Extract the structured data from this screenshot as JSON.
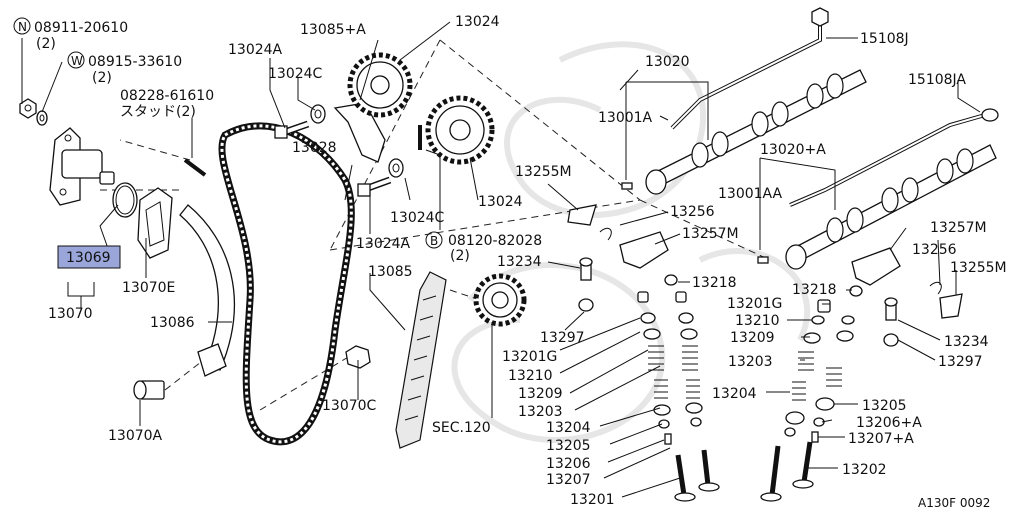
{
  "highlight_color": "#9aa5d9",
  "callouts": {
    "c08911": "08911-20610",
    "c08911_qty": "(2)",
    "c08911_prefix": "N",
    "c08915": "08915-33610",
    "c08915_qty": "(2)",
    "c08915_prefix": "W",
    "c08228": "08228-61610",
    "c08228_sub": "スタッド(2)",
    "c13024A_top": "13024A",
    "c13024C_top": "13024C",
    "c13085A": "13085+A",
    "c13024_top": "13024",
    "c13020": "13020",
    "c15108J": "15108J",
    "c15108JA": "15108JA",
    "c13001A": "13001A",
    "c13020A": "13020+A",
    "c13001AA": "13001AA",
    "c13028": "13028",
    "c13024C_mid": "13024C",
    "c13024_mid": "13024",
    "c13255M_top": "13255M",
    "c13256_top": "13256",
    "c13257M_top": "13257M",
    "c13257M_right": "13257M",
    "c13256_right": "13256",
    "c13255M_right": "13255M",
    "c13024A_mid": "13024A",
    "c08120": "08120-82028",
    "c08120_qty": "(2)",
    "c08120_prefix": "B",
    "c13069": "13069",
    "c13070E": "13070E",
    "c13070": "13070",
    "c13085": "13085",
    "c13234_left": "13234",
    "c13218_left": "13218",
    "c13218_right": "13218",
    "c13201G_right": "13201G",
    "c13210_right": "13210",
    "c13209_right": "13209",
    "c13203_right": "13203",
    "c13204_right": "13204",
    "c13205_right": "13205",
    "c13206A": "13206+A",
    "c13207A": "13207+A",
    "c13202": "13202",
    "c13234_right": "13234",
    "c13297_right": "13297",
    "c13297_left": "13297",
    "c13201G_left": "13201G",
    "c13210_left": "13210",
    "c13209_left": "13209",
    "c13203_left": "13203",
    "c13204_left": "13204",
    "c13205_left": "13205",
    "c13206_left": "13206",
    "c13207_left": "13207",
    "c13201": "13201",
    "c13086": "13086",
    "c13070C": "13070C",
    "c13070A": "13070A",
    "sec120": "SEC.120",
    "figure_code": "A130F 0092"
  }
}
